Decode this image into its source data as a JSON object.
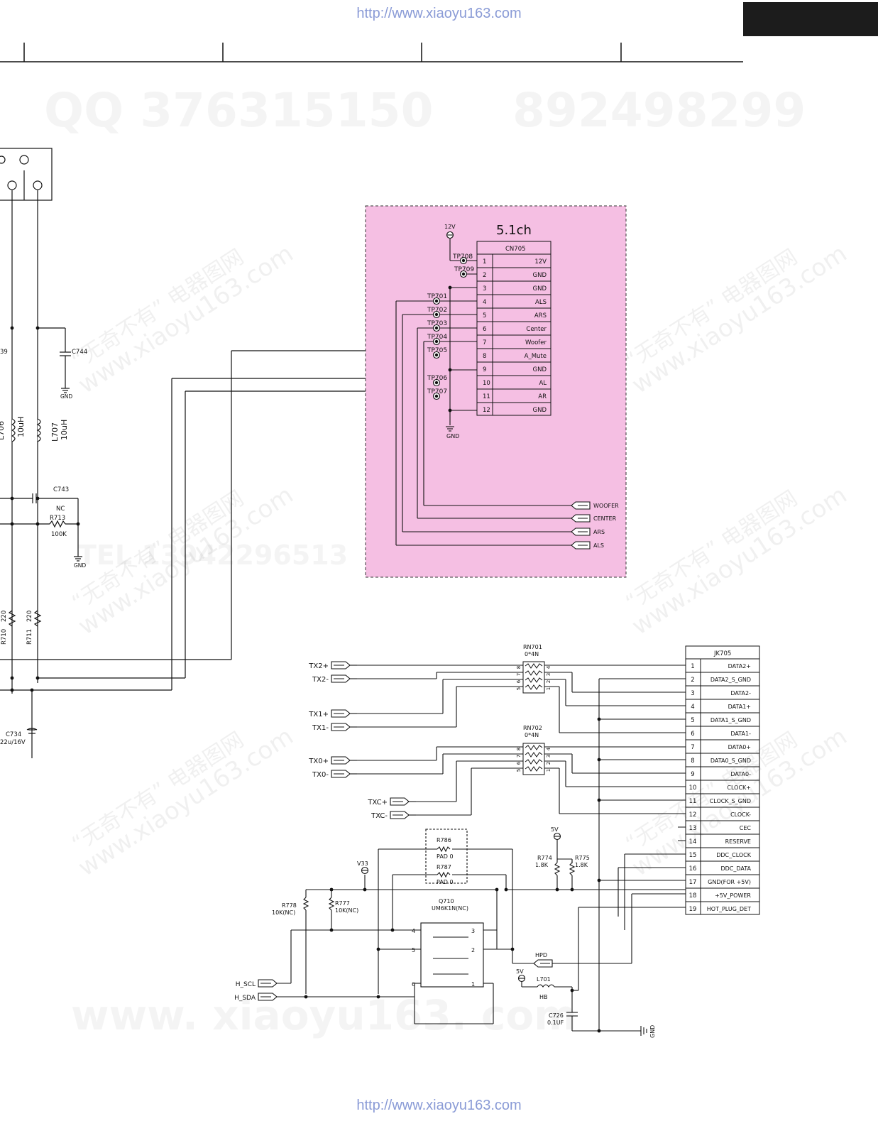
{
  "header": {
    "top_url": "http://www.xiaoyu163.com",
    "bottom_url": "http://www.xiaoyu163.com"
  },
  "colors": {
    "wire": "#111111",
    "highlight_fill": "#f5bfe3",
    "highlight_border": "#333333",
    "url": "#8a9bd6",
    "corner_block": "#1c1c1c"
  },
  "watermarks": {
    "qq_line": "QQ 376315150",
    "qq_line2": "892498299",
    "tel_line": "TEL 13942296513",
    "site_bottom": "www. xiaoyu163. com",
    "diag_cn": "“无奇不有” 电器图网",
    "diag_site": "www.xiaoyu163.com"
  },
  "left_circuit": {
    "c744": "C744",
    "gnd": "GND",
    "l706": "L706",
    "l706_val": "10uH",
    "l707": "L707",
    "l707_val": "10uH",
    "c743": "C743",
    "c743_val": "NC",
    "r713": "R713",
    "r713_val": "100K",
    "r710": "R710",
    "r710_val": "220",
    "r711": "R711",
    "r711_val": "220",
    "c734": "C734",
    "c734_val": "22u/16V",
    "partial_39": "39"
  },
  "cn705": {
    "section_title": "5.1ch",
    "header": "CN705",
    "supply": "12V",
    "gnd": "GND",
    "pins": [
      {
        "num": "1",
        "name": "12V"
      },
      {
        "num": "2",
        "name": "GND"
      },
      {
        "num": "3",
        "name": "GND"
      },
      {
        "num": "4",
        "name": "ALS"
      },
      {
        "num": "5",
        "name": "ARS"
      },
      {
        "num": "6",
        "name": "Center"
      },
      {
        "num": "7",
        "name": "Woofer"
      },
      {
        "num": "8",
        "name": "A_Mute"
      },
      {
        "num": "9",
        "name": "GND"
      },
      {
        "num": "10",
        "name": "AL"
      },
      {
        "num": "11",
        "name": "AR"
      },
      {
        "num": "12",
        "name": "GND"
      }
    ],
    "test_points": [
      "TP708",
      "TP709",
      "TP701",
      "TP702",
      "TP703",
      "TP704",
      "TP705",
      "TP706",
      "TP707"
    ],
    "outputs": [
      "WOOFER",
      "CENTER",
      "ARS",
      "ALS"
    ]
  },
  "hdmi": {
    "header": "JK705",
    "pins": [
      {
        "num": "1",
        "name": "DATA2+"
      },
      {
        "num": "2",
        "name": "DATA2_S_GND"
      },
      {
        "num": "3",
        "name": "DATA2-"
      },
      {
        "num": "4",
        "name": "DATA1+"
      },
      {
        "num": "5",
        "name": "DATA1_S_GND"
      },
      {
        "num": "6",
        "name": "DATA1-"
      },
      {
        "num": "7",
        "name": "DATA0+"
      },
      {
        "num": "8",
        "name": "DATA0_S_GND"
      },
      {
        "num": "9",
        "name": "DATA0-"
      },
      {
        "num": "10",
        "name": "CLOCK+"
      },
      {
        "num": "11",
        "name": "CLOCK_S_GND"
      },
      {
        "num": "12",
        "name": "CLOCK-"
      },
      {
        "num": "13",
        "name": "CEC"
      },
      {
        "num": "14",
        "name": "RESERVE"
      },
      {
        "num": "15",
        "name": "DDC_CLOCK"
      },
      {
        "num": "16",
        "name": "DDC_DATA"
      },
      {
        "num": "17",
        "name": "GND(FOR +5V)"
      },
      {
        "num": "18",
        "name": "+5V_POWER"
      },
      {
        "num": "19",
        "name": "HOT_PLUG_DET"
      }
    ],
    "tx_labels": [
      "TX2+",
      "TX2-",
      "TX1+",
      "TX1-",
      "TX0+",
      "TX0-",
      "TXC+",
      "TXC-"
    ],
    "rn701": "RN701",
    "rn701_val": "0*4N",
    "rn702": "RN702",
    "rn702_val": "0*4N",
    "rn_pins_left": [
      "8",
      "7",
      "6",
      "5"
    ],
    "rn_pins_right": [
      "4",
      "3",
      "2",
      "1"
    ],
    "r786": "R786",
    "r786_val": "PAD 0",
    "r787": "R787",
    "r787_val": "PAD 0",
    "v33": "V33",
    "five_v": "5V",
    "r774": "R774",
    "r774_val": "1.8K",
    "r775": "R775",
    "r775_val": "1.8K",
    "r778": "R778",
    "r778_val": "10K(NC)",
    "r777": "R777",
    "r777_val": "10K(NC)",
    "q710": "Q710",
    "q710_val": "UM6K1N(NC)",
    "q_pins": [
      "4",
      "5",
      "6",
      "3",
      "2",
      "1"
    ],
    "hpd": "HPD",
    "l701": "L701",
    "l701_val": "HB",
    "c726": "C726",
    "c726_val": "0.1UF",
    "gnd": "GND",
    "h_scl": "H_SCL",
    "h_sda": "H_SDA"
  }
}
